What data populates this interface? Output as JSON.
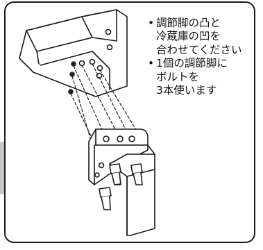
{
  "instructions": [
    {
      "bullet": "•",
      "lines": [
        "調節脚の凸と",
        "冷蔵庫の凹を",
        "合わせてください"
      ]
    },
    {
      "bullet": "•",
      "lines": [
        "1個の調節脚に",
        "ボルトを",
        "3本使います"
      ]
    }
  ],
  "colors": {
    "border": "#1a1a1a",
    "line": "#1a1a1a",
    "background_arrow": "#c8c8c8"
  }
}
